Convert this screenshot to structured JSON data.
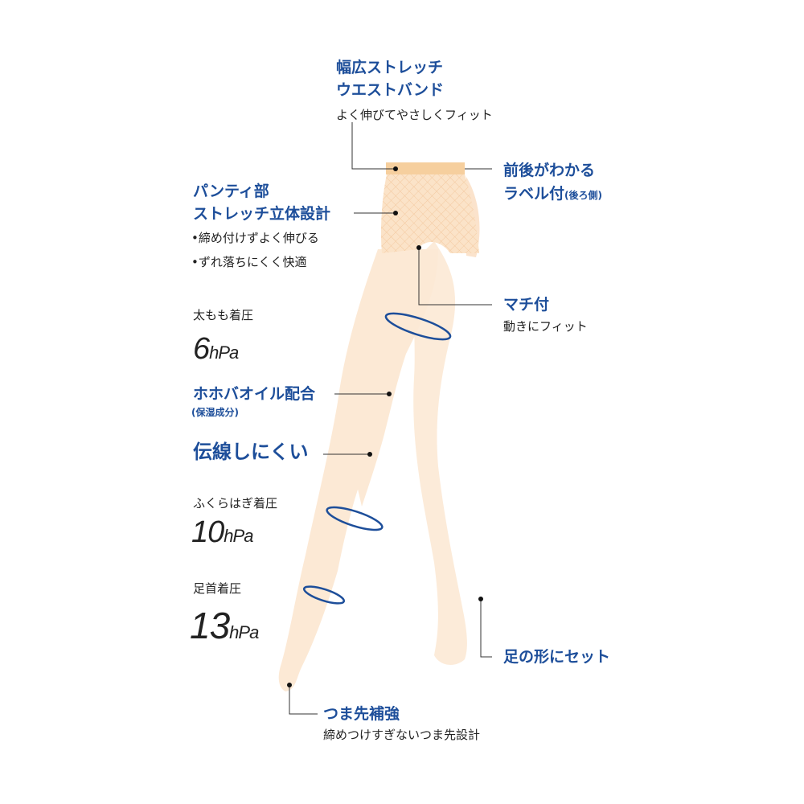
{
  "waistband": {
    "title1": "幅広ストレッチ",
    "title2": "ウエストバンド",
    "desc": "よく伸びてやさしくフィット"
  },
  "label": {
    "title1": "前後がわかる",
    "title2": "ラベル付",
    "note": "(後ろ側)"
  },
  "panty": {
    "title1": "パンティ部",
    "title2": "ストレッチ立体設計",
    "bullets": [
      "•締め付けずよく伸びる",
      "•ずれ落ちにくく快適"
    ]
  },
  "gusset": {
    "title": "マチ付",
    "desc": "動きにフィット"
  },
  "thigh": {
    "label": "太もも着圧",
    "value": "6",
    "unit": "hPa"
  },
  "jojoba": {
    "title": "ホホバオイル配合",
    "note": "(保湿成分)"
  },
  "runs": {
    "title": "伝線しにくい"
  },
  "calf": {
    "label": "ふくらはぎ着圧",
    "value": "10",
    "unit": "hPa"
  },
  "ankle": {
    "label": "足首着圧",
    "value": "13",
    "unit": "hPa"
  },
  "foot": {
    "title": "足の形にセット"
  },
  "toe": {
    "title": "つま先補強",
    "desc": "締めつけすぎないつま先設計"
  },
  "colors": {
    "accent": "#1d4e9a",
    "skin": "#fbe6d0",
    "waistband": "#f6cf9e"
  }
}
